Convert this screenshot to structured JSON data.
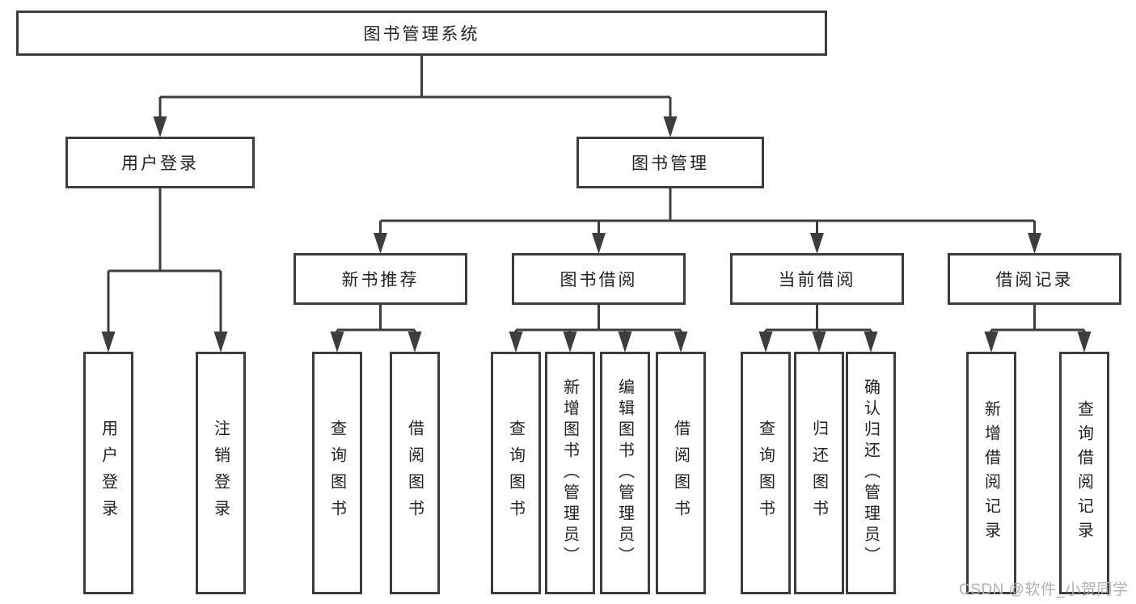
{
  "colors": {
    "line": "#3d3d3d",
    "box_border": "#3d3d3d",
    "text": "#222222",
    "background": "#ffffff",
    "watermark": "#b0b0b0"
  },
  "watermark": "CSDN @软件_小贺同学",
  "tree": {
    "label": "图书管理系统",
    "children": [
      {
        "label": "用户登录",
        "children": [
          {
            "label": "用户登录"
          },
          {
            "label": "注销登录"
          }
        ]
      },
      {
        "label": "图书管理",
        "children": [
          {
            "label": "新书推荐",
            "children": [
              {
                "label": "查询图书"
              },
              {
                "label": "借阅图书"
              }
            ]
          },
          {
            "label": "图书借阅",
            "children": [
              {
                "label": "查询图书"
              },
              {
                "label": "新增图书（管理员）"
              },
              {
                "label": "编辑图书（管理员）"
              },
              {
                "label": "借阅图书"
              }
            ]
          },
          {
            "label": "当前借阅",
            "children": [
              {
                "label": "查询图书"
              },
              {
                "label": "归还图书"
              },
              {
                "label": "确认归还（管理员）"
              }
            ]
          },
          {
            "label": "借阅记录",
            "children": [
              {
                "label": "新增借阅记录"
              },
              {
                "label": "查询借阅记录"
              }
            ]
          }
        ]
      }
    ]
  }
}
